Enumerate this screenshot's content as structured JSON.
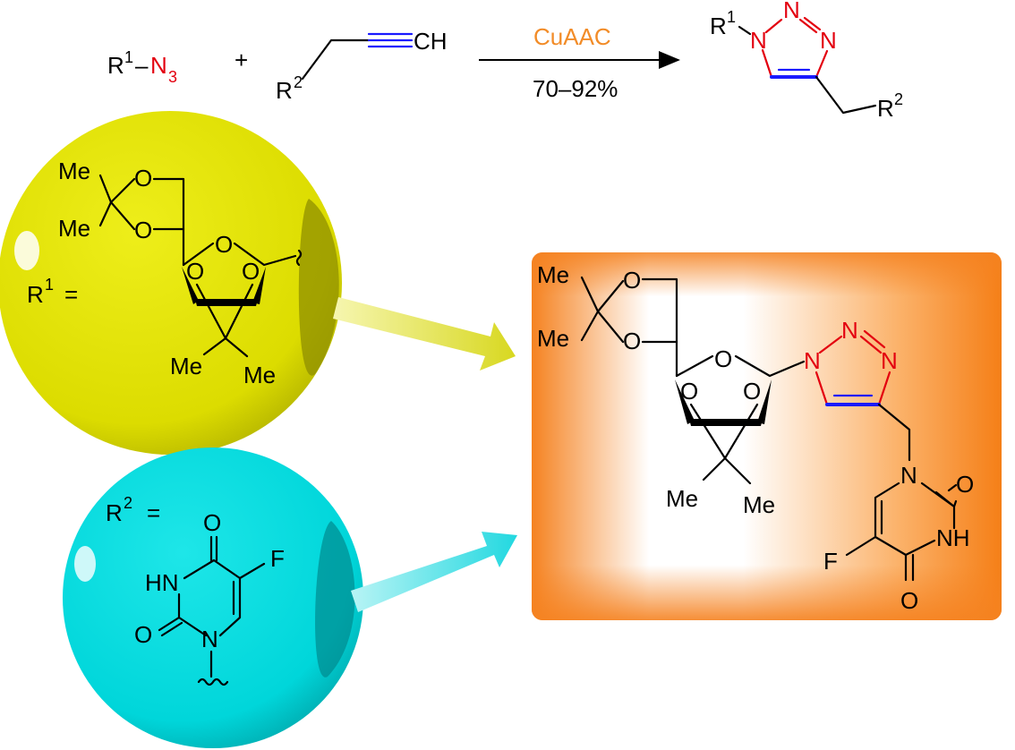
{
  "reaction": {
    "azide": {
      "r_label": "R",
      "r_sup": "1",
      "dash": "–",
      "n_label": "N",
      "n_sub": "3"
    },
    "plus": "+",
    "alkyne": {
      "r_label": "R",
      "r_sup": "2",
      "terminal": "CH"
    },
    "arrow_top": "CuAAC",
    "arrow_bottom": "70–92%",
    "product": {
      "r1_label": "R",
      "r1_sup": "1",
      "r2_label": "R",
      "r2_sup": "2",
      "n1": "N",
      "n2": "N",
      "n3": "N"
    }
  },
  "r1_sphere": {
    "label": "R",
    "label_sup": "1",
    "equals": "=",
    "me1": "Me",
    "me2": "Me",
    "me3": "Me",
    "me4": "Me",
    "o1": "O",
    "o2": "O",
    "o3": "O",
    "o4": "O",
    "o5": "O"
  },
  "r2_sphere": {
    "label": "R",
    "label_sup": "2",
    "equals": "=",
    "o_top": "O",
    "o_left": "O",
    "hn": "HN",
    "n": "N",
    "f": "F"
  },
  "product_box": {
    "me1": "Me",
    "me2": "Me",
    "me3": "Me",
    "me4": "Me",
    "o1": "O",
    "o2": "O",
    "o3": "O",
    "o4": "O",
    "o5": "O",
    "n_tri1": "N",
    "n_tri2": "N",
    "n_tri3": "N",
    "n_ura": "N",
    "o_ura1": "O",
    "nh": "NH",
    "o_ura2": "O",
    "f": "F"
  },
  "colors": {
    "azide_n": "#e3000f",
    "alkyne_blue": "#1a1aff",
    "cuaac": "#f28c28",
    "yellow_sphere": "#e0e000",
    "cyan_sphere": "#00dde0",
    "product_box": "#f58220"
  }
}
